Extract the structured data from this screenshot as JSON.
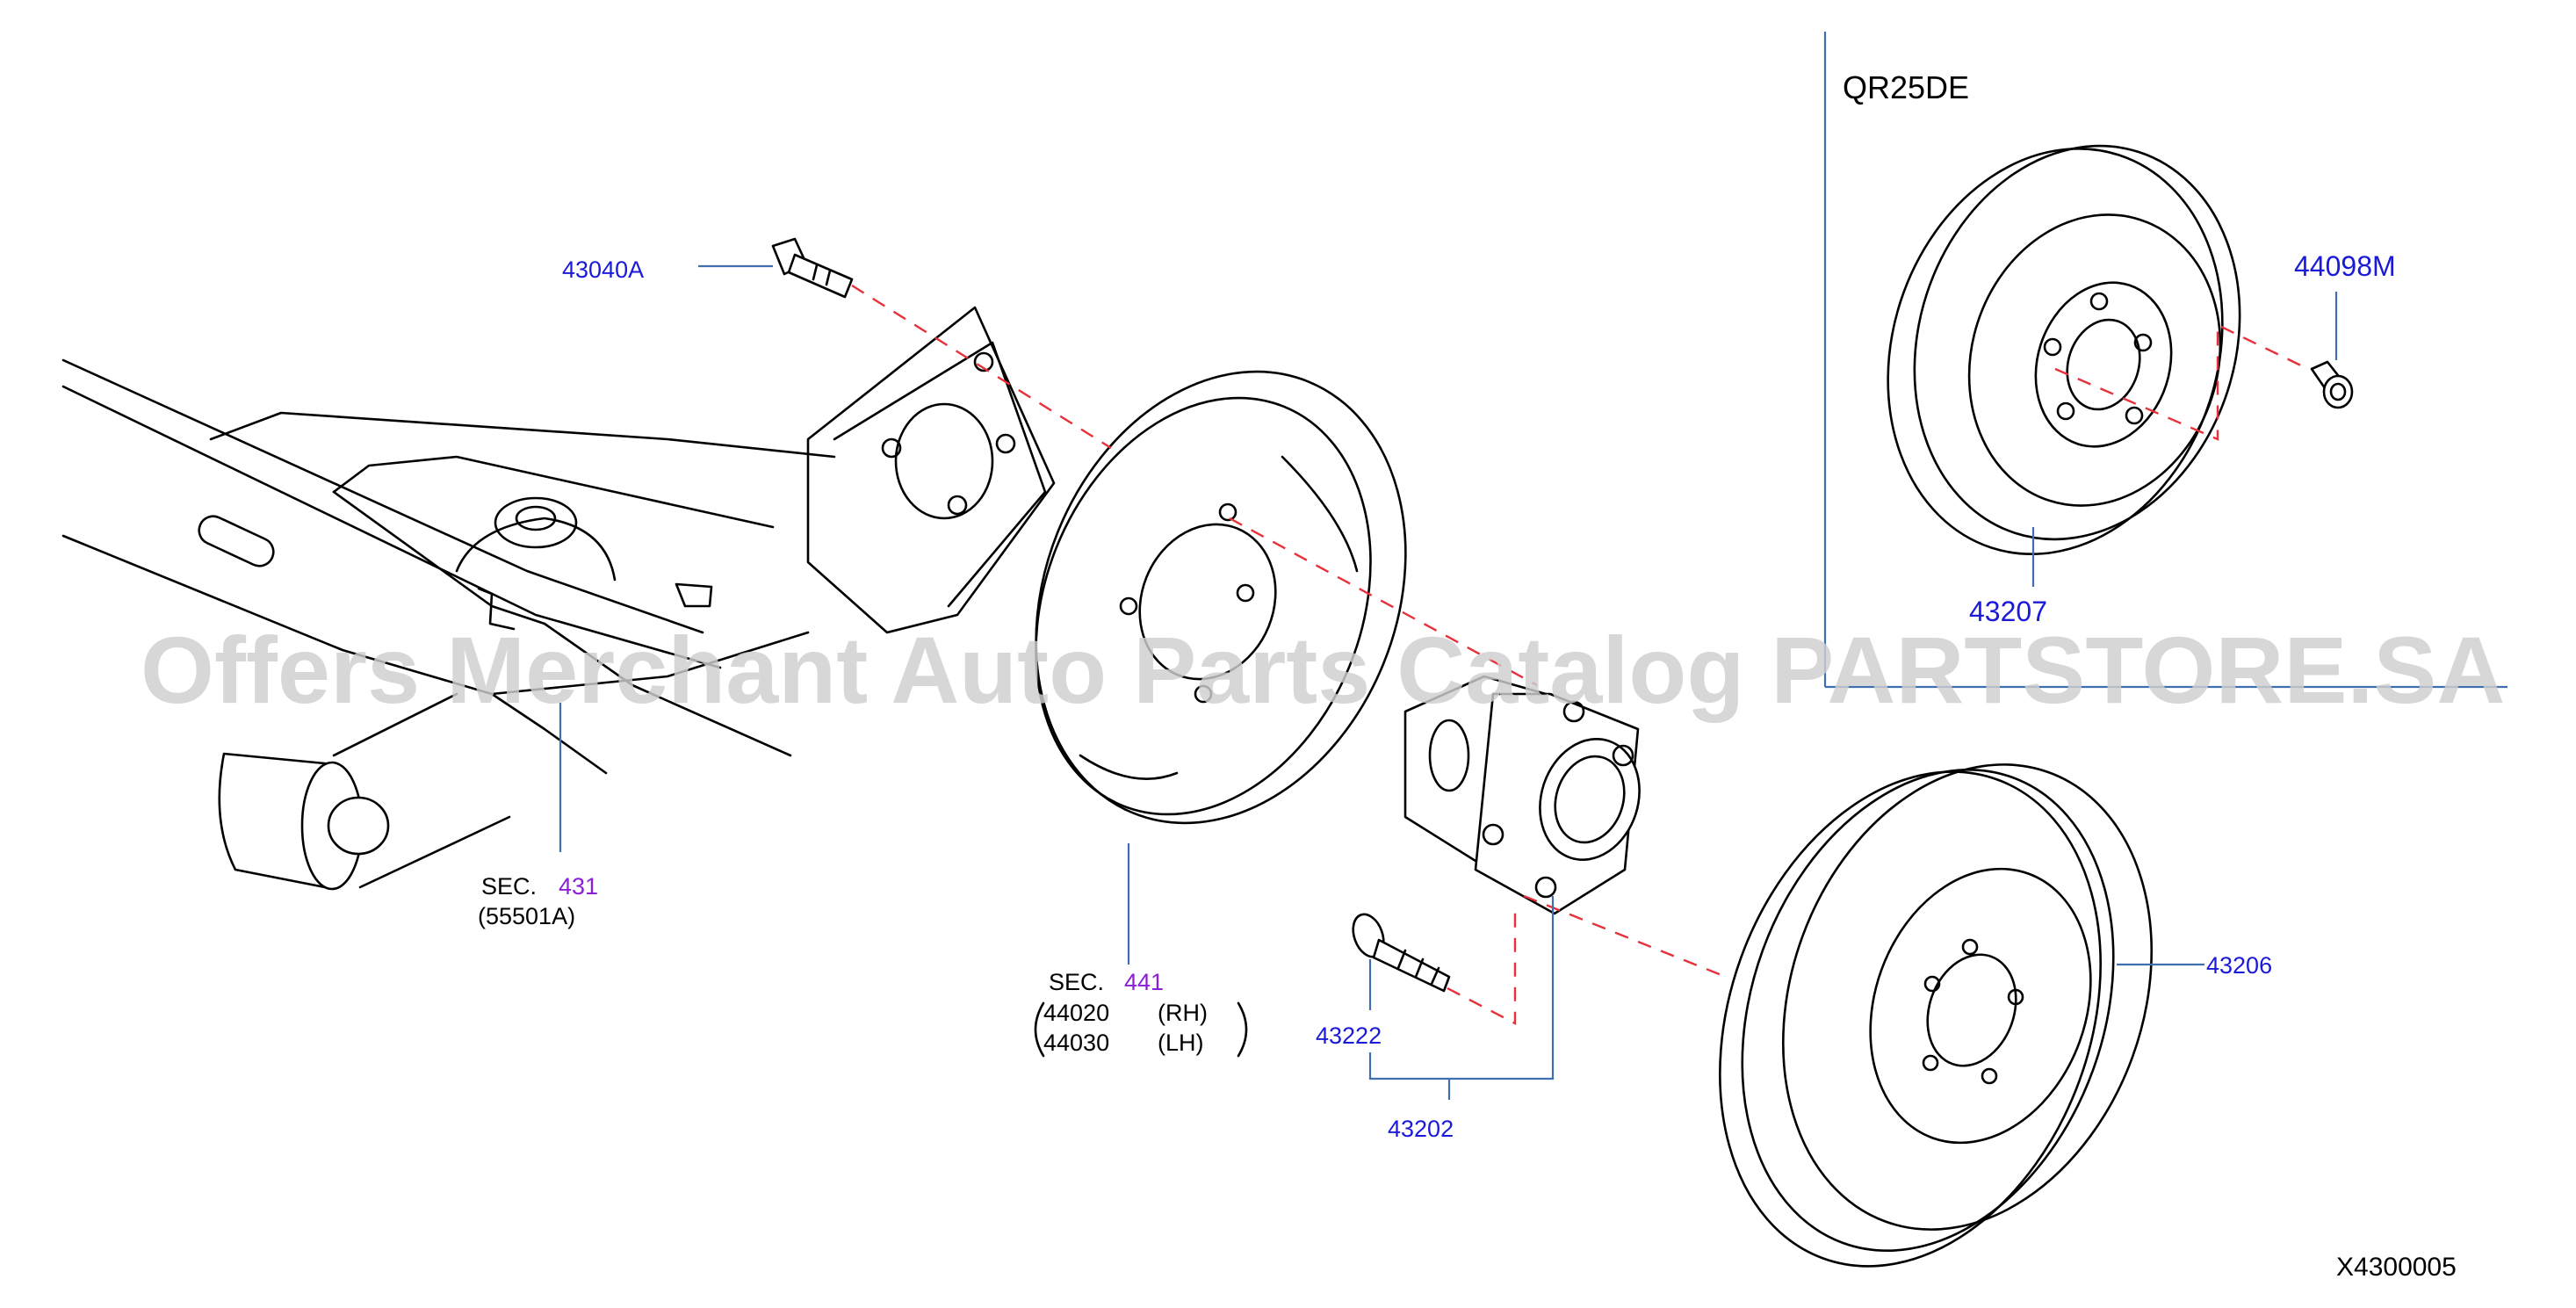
{
  "diagram": {
    "engine_label": "QR25DE",
    "drawing_number": "X4300005",
    "watermark": "Offers Merchant Auto Parts Catalog PARTSTORE.SA",
    "colors": {
      "part_number": "#1a1ad8",
      "section_ref": "#8a1fd6",
      "leader_line": "#3f6fb0",
      "dashed_axis": "#e8303a",
      "line_art": "#000000"
    },
    "parts": {
      "p43040a": "43040A",
      "p44098m": "44098M",
      "p43207": "43207",
      "p43206": "43206",
      "p43222": "43222",
      "p43202": "43202"
    },
    "sec431": {
      "prefix": "SEC.",
      "number": "431",
      "sub": "(55501A)"
    },
    "sec441": {
      "prefix": "SEC.",
      "number": "441",
      "items": [
        {
          "part": "44020",
          "side": "(RH)"
        },
        {
          "part": "44030",
          "side": "(LH)"
        }
      ]
    },
    "icons": [
      "axle-beam-icon",
      "bolt-icon",
      "backing-plate-icon",
      "hub-bearing-icon",
      "brake-drum-icon",
      "brake-disc-icon",
      "hub-bolt-icon",
      "plug-icon"
    ]
  }
}
